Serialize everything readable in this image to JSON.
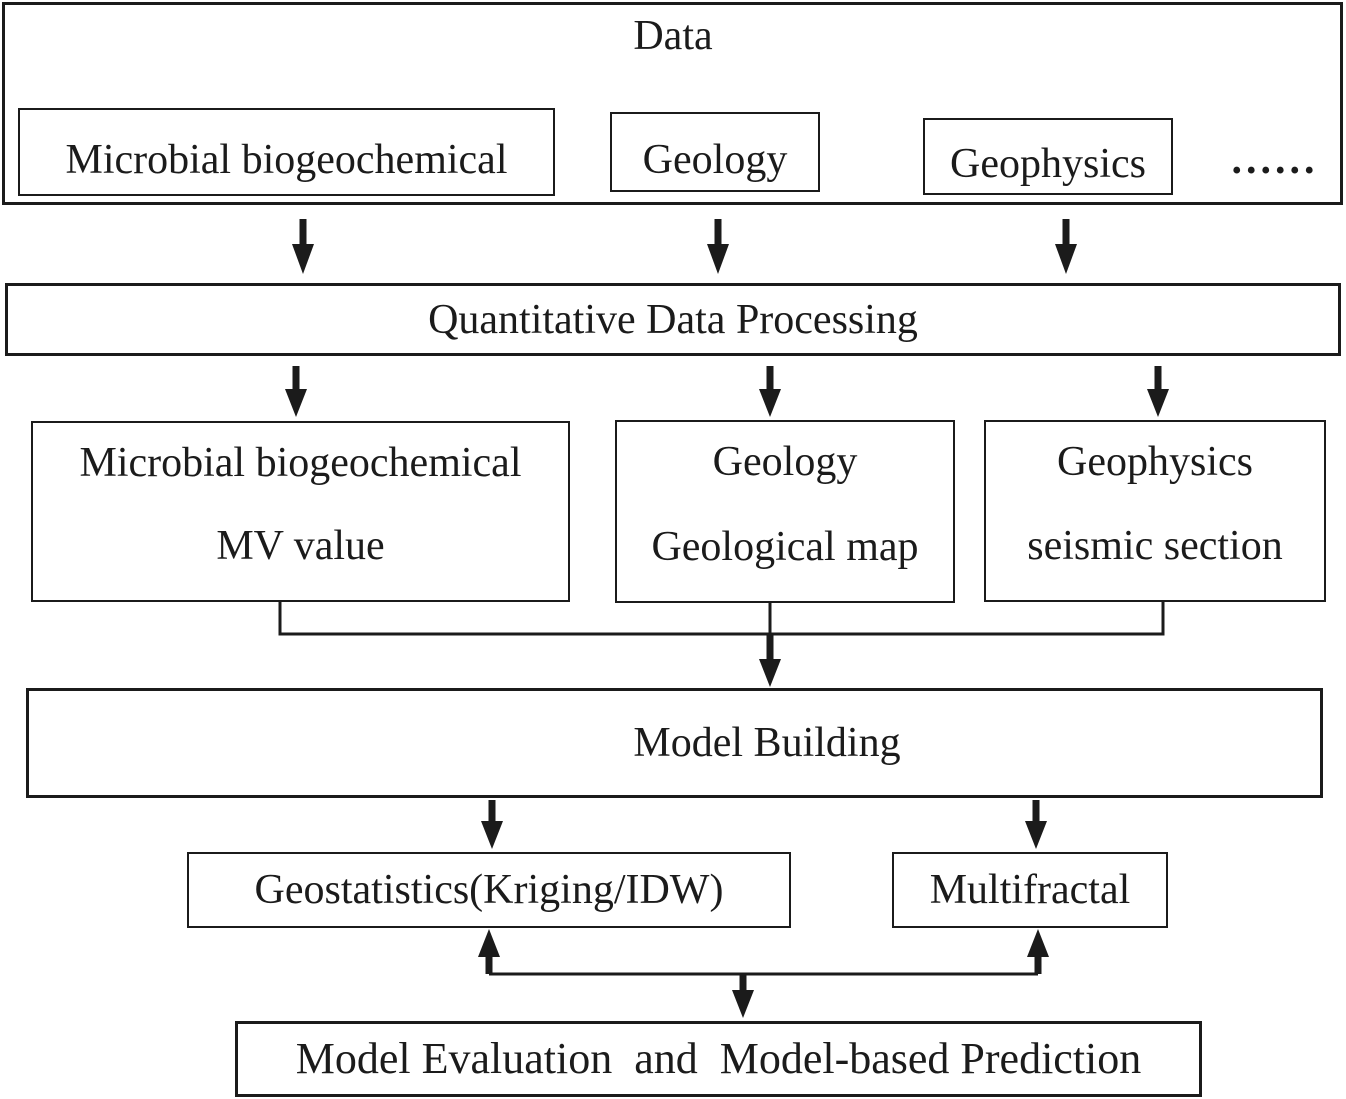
{
  "colors": {
    "ink": "#1b1b1b",
    "background": "#ffffff"
  },
  "flowchart": {
    "data_section": {
      "title": "Data",
      "sources": [
        {
          "label": "Microbial biogeochemical"
        },
        {
          "label": "Geology"
        },
        {
          "label": "Geophysics"
        }
      ],
      "more_indicator": "......"
    },
    "quantitative_processing": {
      "label": "Quantitative Data Processing"
    },
    "processed_outputs": [
      {
        "line1": "Microbial biogeochemical",
        "line2": "MV value"
      },
      {
        "line1": "Geology",
        "line2": "Geological map"
      },
      {
        "line1": "Geophysics",
        "line2": "seismic section"
      }
    ],
    "model_building": {
      "label": "Model Building"
    },
    "methods": [
      {
        "label": "Geostatistics(Kriging/IDW)"
      },
      {
        "label": "Multifractal"
      }
    ],
    "evaluation": {
      "label": "Model Evaluation  and  Model-based Prediction"
    }
  }
}
